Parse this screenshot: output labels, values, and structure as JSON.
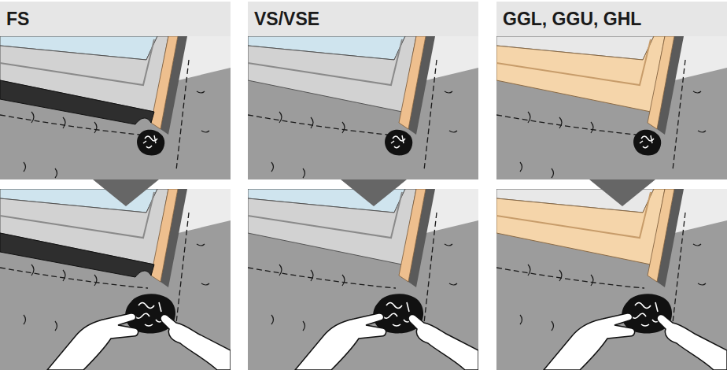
{
  "diagram": {
    "nodes": [
      {
        "text": [
          "FS"
        ]
      },
      {
        "text": [
          "VS/VSE"
        ]
      },
      {
        "text": [
          "GGL, GGU, GHL"
        ]
      }
    ]
  }
}
